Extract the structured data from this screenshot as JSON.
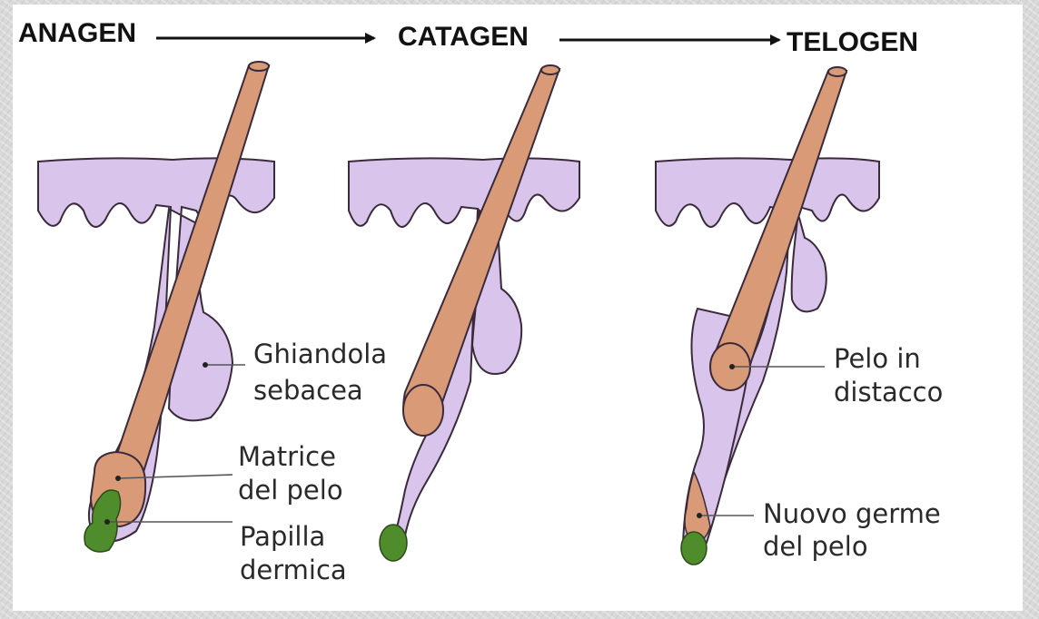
{
  "phases": {
    "anagen": "ANAGEN",
    "catagen": "CATAGEN",
    "telogen": "TELOGEN"
  },
  "labels": {
    "ghiandola_1": "Ghiandola",
    "ghiandola_2": "sebacea",
    "matrice_1": "Matrice",
    "matrice_2": "del pelo",
    "papilla_1": "Papilla",
    "papilla_2": "dermica",
    "pelo_distacco_1": "Pelo in",
    "pelo_distacco_2": "distacco",
    "germe_1": "Nuovo germe",
    "germe_2": "del pelo"
  },
  "colors": {
    "skin": "#d9c4ec",
    "hair": "#d99a78",
    "papilla": "#4f8c2c",
    "outline": "#3a2a3a"
  }
}
